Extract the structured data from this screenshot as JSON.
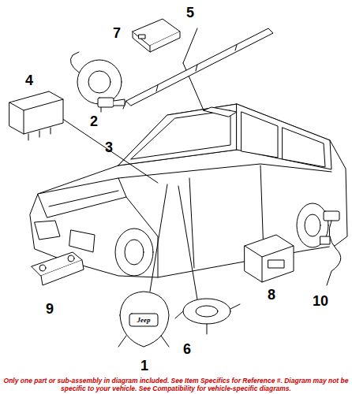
{
  "diagram": {
    "caption": "Only one part or sub-assembly in diagram included. See Item Specifics for Reference #. Diagram may not be specific to your vehicle. See Compatibility for vehicle-specific diagrams.",
    "labels": [
      "5",
      "7",
      "4",
      "2",
      "3",
      "9",
      "6",
      "8",
      "10",
      "Jeep",
      "1"
    ]
  }
}
